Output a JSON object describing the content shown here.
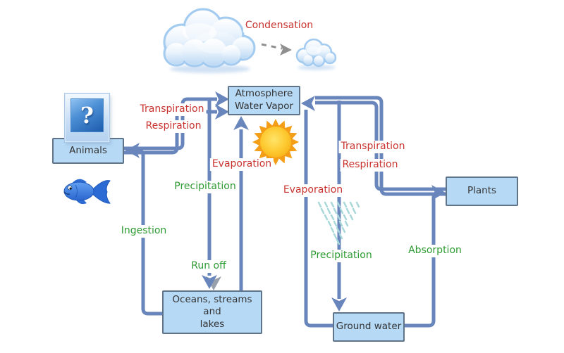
{
  "diagram": {
    "boxes": {
      "atmosphere": {
        "line1": "Atmosphere",
        "line2": "Water Vapor"
      },
      "animals": {
        "label": "Animals"
      },
      "plants": {
        "label": "Plants"
      },
      "oceans": {
        "line1": "Oceans, streams and",
        "line2": "lakes"
      },
      "groundwater": {
        "label": "Ground water"
      }
    },
    "flow_labels": {
      "condensation": "Condensation",
      "transpiration_left": "Transpiration",
      "respiration_left": "Respiration",
      "evaporation_center": "Evaporation",
      "precipitation_left": "Precipitation",
      "ingestion": "Ingestion",
      "runoff": "Run off",
      "evaporation_right": "Evaporation",
      "transpiration_right": "Transpiration",
      "respiration_right": "Respiration",
      "precipitation_right": "Precipitation",
      "absorption": "Absorption"
    },
    "icons": {
      "question_placeholder": "?",
      "cloud_large": "cloud-icon",
      "cloud_small": "cloud-icon",
      "sun": "sun-icon",
      "fish": "fish-icon",
      "rain_spray": "rain-spray-icon"
    },
    "colors": {
      "connector_blue": "#6886bc",
      "box_fill": "#b6d9f6",
      "box_border": "#5f7389",
      "label_red": "#c93430",
      "label_green": "#2e9b32",
      "sun_orange": "#f49d16",
      "cloud_blue": "#bcd9f4"
    }
  }
}
